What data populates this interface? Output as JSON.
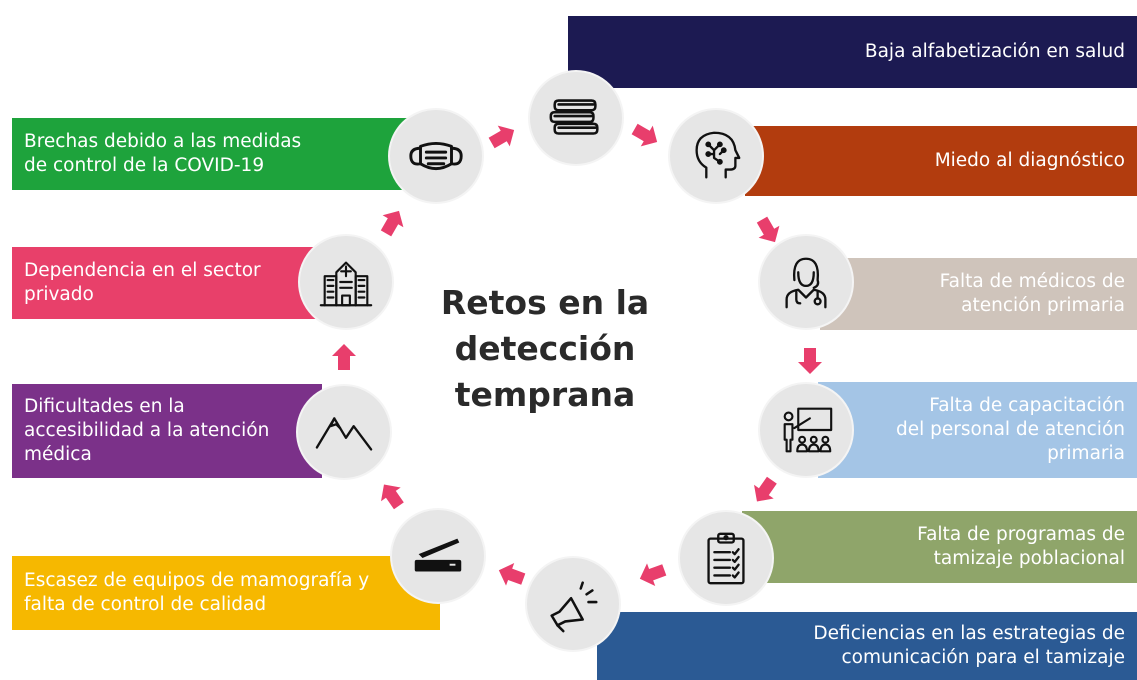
{
  "center_title": [
    "Retos en la",
    "detección",
    "temprana"
  ],
  "right_items": [
    {
      "lines": [
        "Baja alfabetización en salud"
      ],
      "color": "#1c1a52",
      "icon": "books-icon"
    },
    {
      "lines": [
        "Miedo al diagnóstico"
      ],
      "color": "#b23c0e",
      "icon": "brain-head-icon"
    },
    {
      "lines": [
        "Falta de médicos de",
        "atención primaria"
      ],
      "color": "#cfc4bb",
      "icon": "doctor-icon"
    },
    {
      "lines": [
        "Falta de capacitación",
        "del personal de atención",
        "primaria"
      ],
      "color": "#a4c5e6",
      "icon": "teacher-icon"
    },
    {
      "lines": [
        "Falta de programas de",
        "tamizaje poblacional"
      ],
      "color": "#8fa56a",
      "icon": "clipboard-checklist-icon"
    },
    {
      "lines": [
        "Deficiencias en las estrategias de",
        "comunicación para el tamizaje"
      ],
      "color": "#2b5a94",
      "icon": "megaphone-icon"
    }
  ],
  "left_items": [
    {
      "lines": [
        "Brechas debido a las medidas",
        "de control de la COVID-19"
      ],
      "color": "#1ea33c",
      "icon": "face-mask-icon"
    },
    {
      "lines": [
        "Dependencia en el sector",
        "privado"
      ],
      "color": "#e8406a",
      "icon": "hospital-icon"
    },
    {
      "lines": [
        "Dificultades en la",
        "accesibilidad a la atención",
        "médica"
      ],
      "color": "#7b3189",
      "icon": "mountains-icon"
    },
    {
      "lines": [
        "Escasez de equipos de mamografía y",
        "falta de control de calidad"
      ],
      "color": "#f6b800",
      "icon": "scanner-icon"
    }
  ],
  "arrow_color": "#e83e6c"
}
